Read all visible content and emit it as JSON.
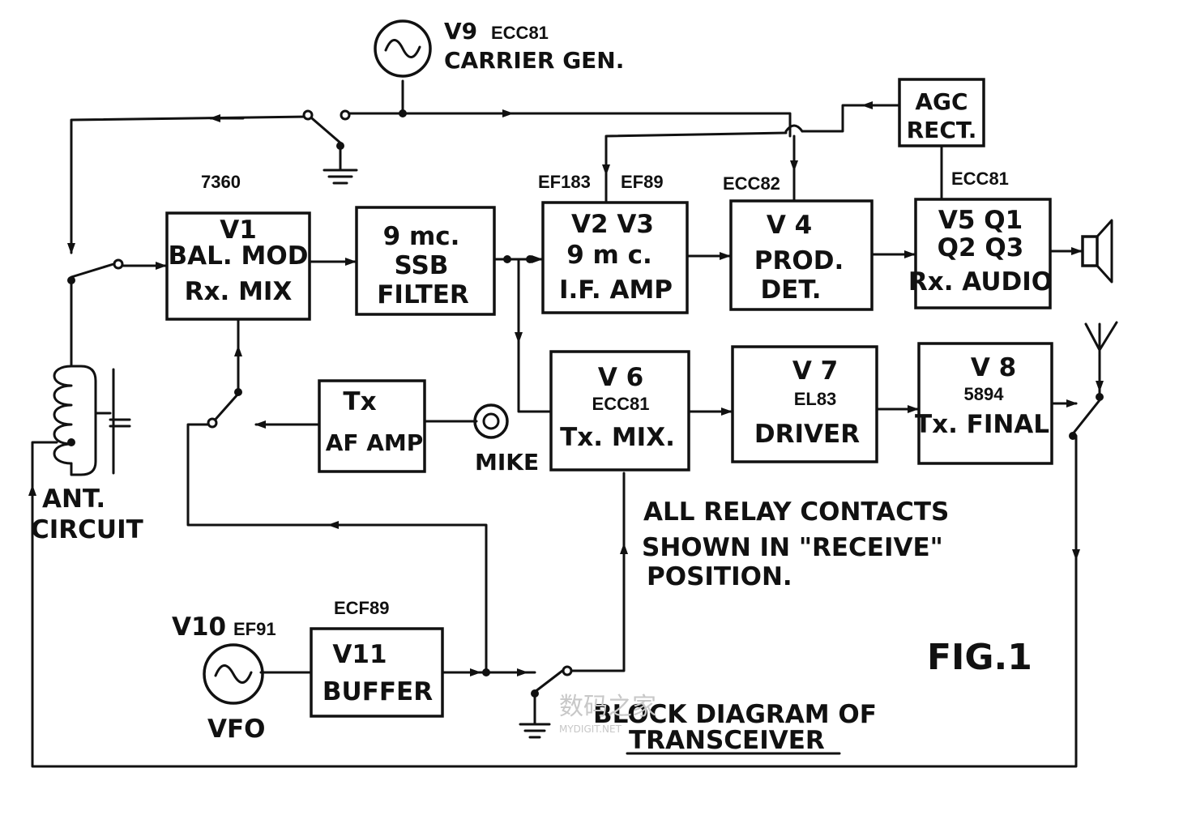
{
  "colors": {
    "ink": "#111111",
    "paper": "#ffffff",
    "watermark": "#c8c8c8"
  },
  "carrier_gen": {
    "label": "V9",
    "tube": "ECC81",
    "name": "CARRIER GEN."
  },
  "agc": {
    "line1": "AGC",
    "line2": "RECT."
  },
  "tubes": {
    "v1": "7360",
    "v2": "EF183",
    "v3": "EF89",
    "v4": "ECC82",
    "v5": "ECC81",
    "v6": "ECC81",
    "v7": "EL83",
    "v8": "5894",
    "v10": "EF91",
    "v11": "ECF89"
  },
  "blocks": {
    "bal_mod": {
      "line1": "V1",
      "line2": "BAL. MOD",
      "line3": "Rx. MIX"
    },
    "ssb_filter": {
      "line1": "9 mc.",
      "line2": "SSB",
      "line3": "FILTER"
    },
    "if_amp": {
      "line1": "V2 V3",
      "line2": "9 m c.",
      "line3": "I.F. AMP"
    },
    "prod_det": {
      "line1": "V 4",
      "line2": "PROD.",
      "line3": "DET."
    },
    "rx_audio": {
      "line1": "V5 Q1",
      "line2": "Q2 Q3",
      "line3": "Rx. AUDIO"
    },
    "tx_mix": {
      "line1": "V 6",
      "line3": "Tx. MIX."
    },
    "driver": {
      "line1": "V 7",
      "line3": "DRIVER"
    },
    "tx_final": {
      "line1": "V 8",
      "line3": "Tx. FINAL"
    },
    "tx_af_amp": {
      "line1": "Tx",
      "line2": "AF AMP"
    },
    "buffer": {
      "line1": "V11",
      "line2": "BUFFER"
    }
  },
  "vfo": {
    "label": "V10",
    "name": "VFO"
  },
  "labels": {
    "ant_circuit_1": "ANT.",
    "ant_circuit_2": "CIRCUIT",
    "mike": "MIKE",
    "note_1": "ALL RELAY CONTACTS",
    "note_2": "SHOWN IN \"RECEIVE\"",
    "note_3": "POSITION.",
    "fig": "FIG.1",
    "caption_1": "BLOCK DIAGRAM OF",
    "caption_2": "TRANSCEIVER"
  },
  "watermark": {
    "text": "数码之家",
    "sub": "MYDIGIT.NET"
  }
}
